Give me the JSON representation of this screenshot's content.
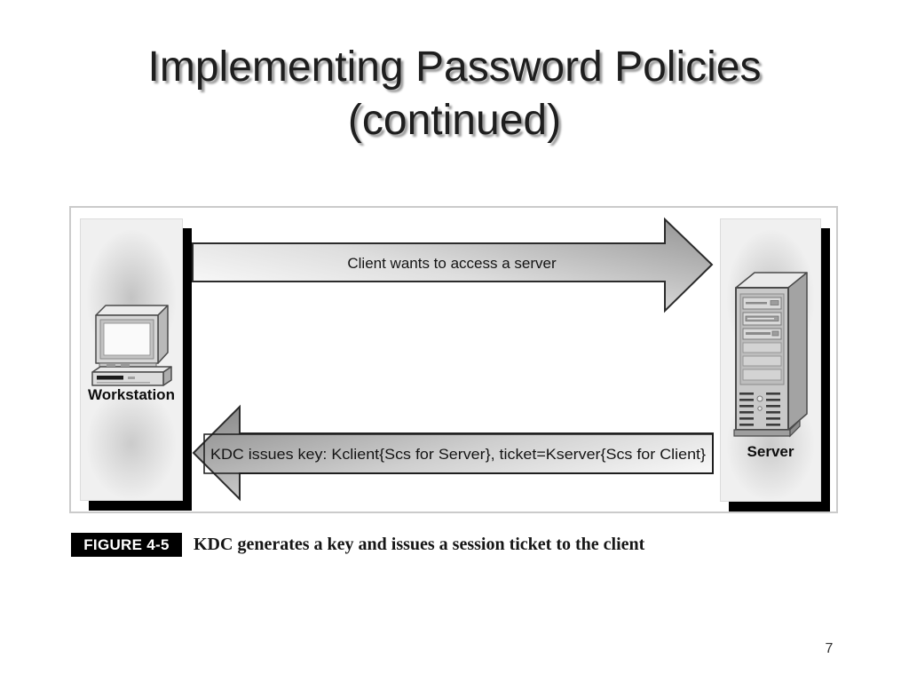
{
  "slide": {
    "title_line1": "Implementing Password Policies",
    "title_line2": "(continued)",
    "page_number": "7"
  },
  "figure": {
    "top_arrow_label": "Client wants to access a server",
    "bottom_arrow_label": "KDC issues key:  Kclient{Scs for Server}, ticket=Kserver{Scs for Client}",
    "workstation_label": "Workstation",
    "server_label": "Server",
    "caption_tag": "FIGURE 4-5",
    "caption_text": "KDC generates a key and issues a session ticket to the client"
  },
  "icons": {
    "workstation": "crt-desktop-computer-icon",
    "server": "tower-server-icon",
    "top_arrow": "right-arrow-shape",
    "bottom_arrow": "left-arrow-shape"
  },
  "colors": {
    "title_text": "#1e1e1e",
    "title_shadow": "#9e9e9e",
    "figure_border": "#cbcbcb",
    "panel_fill": "#f0f0f0",
    "panel_shadow": "#000000",
    "arrow_outline": "#2b2b2b",
    "arrow_gradient_light": "#ffffff",
    "arrow_gradient_dark": "#999999",
    "caption_tag_bg": "#000000",
    "caption_tag_fg": "#ffffff"
  }
}
